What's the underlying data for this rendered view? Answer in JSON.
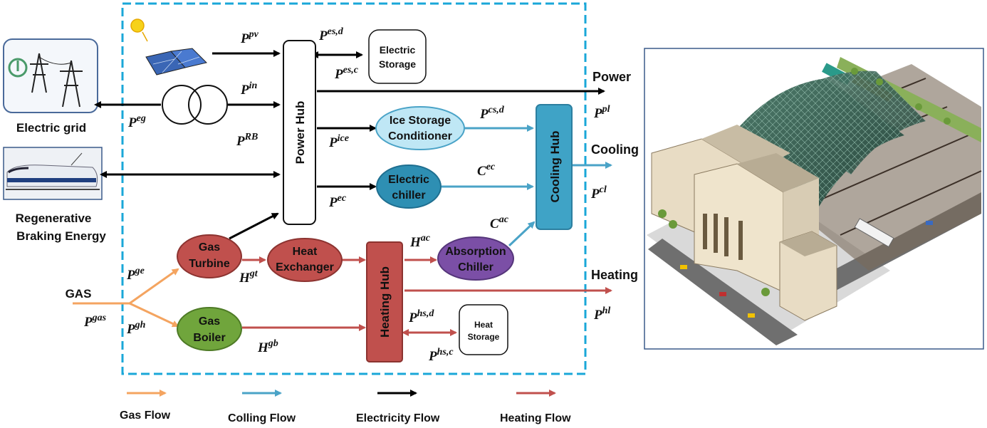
{
  "colors": {
    "gas": "#f4a460",
    "cooling": "#4aa3c7",
    "electricity": "#000000",
    "heating": "#c0504d",
    "boundary": "#1aa7d8",
    "gas_turbine": "#c0504d",
    "heat_exchanger": "#c0504d",
    "gas_boiler": "#70a53c",
    "absorption_chiller": "#7b4fa6",
    "ice_storage": "#bfe7f5",
    "electric_chiller": "#2e8fb3",
    "cooling_hub": "#3fa3c6",
    "heating_hub": "#c0504d"
  },
  "left": {
    "electric_grid": "Electric grid",
    "regenerative_line1": "Regenerative",
    "regenerative_line2": "Braking Energy",
    "gas": "GAS"
  },
  "hubs": {
    "power": "Power Hub",
    "cooling": "Cooling Hub",
    "heating": "Heating Hub"
  },
  "nodes": {
    "electric_storage_l1": "Electric",
    "electric_storage_l2": "Storage",
    "ice_storage_l1": "Ice Storage",
    "ice_storage_l2": "Conditioner",
    "electric_chiller_l1": "Electric",
    "electric_chiller_l2": "chiller",
    "gas_turbine_l1": "Gas",
    "gas_turbine_l2": "Turbine",
    "heat_exchanger_l1": "Heat",
    "heat_exchanger_l2": "Exchanger",
    "absorption_l1": "Absorption",
    "absorption_l2": "Chiller",
    "gas_boiler_l1": "Gas",
    "gas_boiler_l2": "Boiler",
    "heat_storage_l1": "Heat",
    "heat_storage_l2": "Storage"
  },
  "outputs": {
    "power": "Power",
    "cooling": "Cooling",
    "heating": "Heating"
  },
  "symbols": {
    "ppv": {
      "base": "P",
      "sup": "pv"
    },
    "pesd": {
      "base": "P",
      "sup": "es,d"
    },
    "pesc": {
      "base": "P",
      "sup": "es,c"
    },
    "pin": {
      "base": "P",
      "sup": "in"
    },
    "peg": {
      "base": "P",
      "sup": "eg"
    },
    "prb": {
      "base": "P",
      "sup": "RB"
    },
    "pice": {
      "base": "P",
      "sup": "ice"
    },
    "pcsd": {
      "base": "P",
      "sup": "cs,d"
    },
    "pec": {
      "base": "P",
      "sup": "ec"
    },
    "cec": {
      "base": "C",
      "sup": "ec"
    },
    "cac": {
      "base": "C",
      "sup": "ac"
    },
    "ppl": {
      "base": "P",
      "sup": "pl"
    },
    "pcl": {
      "base": "P",
      "sup": "cl"
    },
    "pge": {
      "base": "P",
      "sup": "ge"
    },
    "pgas": {
      "base": "P",
      "sup": "gas"
    },
    "pgh": {
      "base": "P",
      "sup": "gh"
    },
    "hgt": {
      "base": "H",
      "sup": "gt"
    },
    "hac": {
      "base": "H",
      "sup": "ac"
    },
    "phsd": {
      "base": "P",
      "sup": "hs,d"
    },
    "phsc": {
      "base": "P",
      "sup": "hs,c"
    },
    "hgb": {
      "base": "H",
      "sup": "gb"
    },
    "phl": {
      "base": "P",
      "sup": "hl"
    }
  },
  "legend": {
    "gas": "Gas Flow",
    "cooling": "Colling Flow",
    "electricity": "Electricity Flow",
    "heating": "Heating Flow"
  }
}
